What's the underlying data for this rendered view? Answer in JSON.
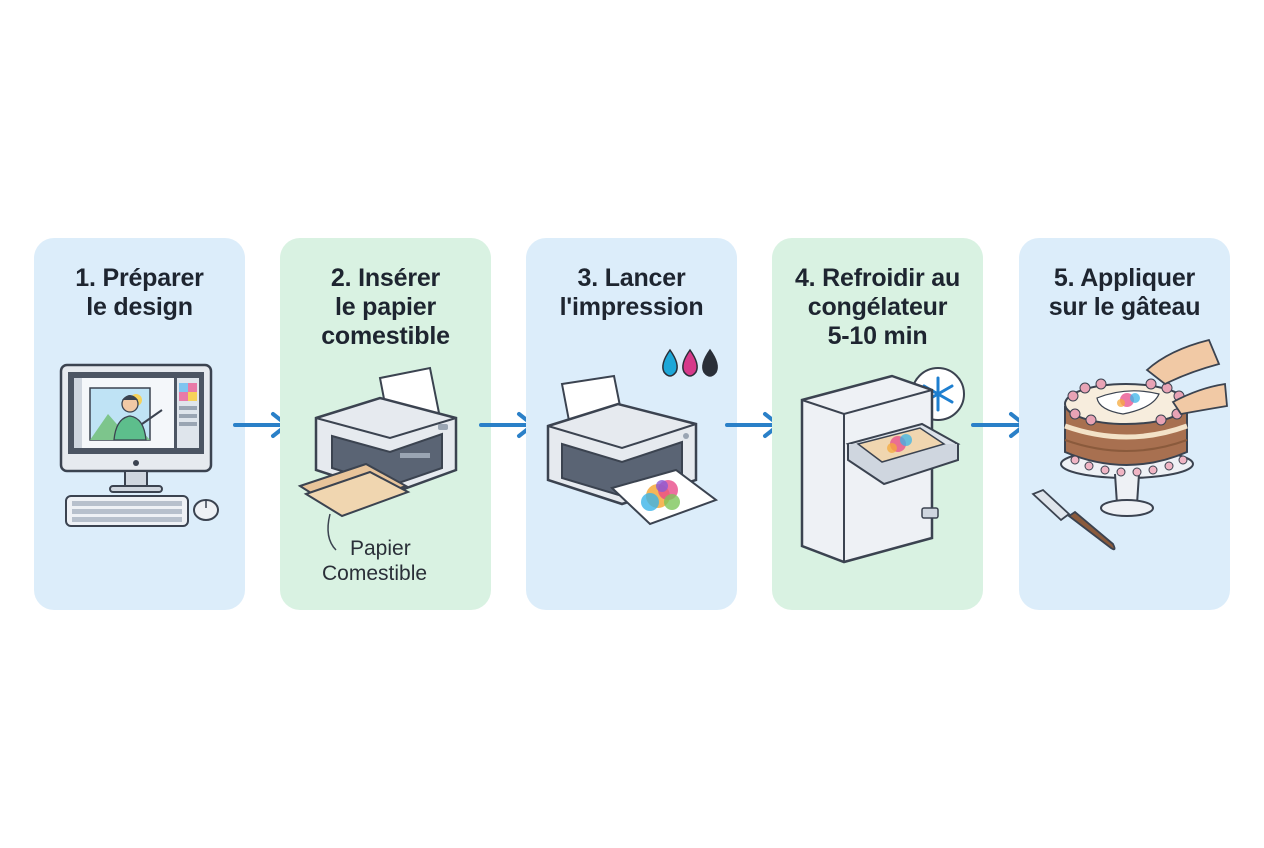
{
  "steps": [
    {
      "number": "1.",
      "lines": [
        "Préparer",
        "le design"
      ],
      "icon": "computer-design-icon"
    },
    {
      "number": "2.",
      "lines": [
        "Insérer",
        "le papier",
        "comestible"
      ],
      "icon": "printer-paper-icon"
    },
    {
      "number": "3.",
      "lines": [
        "Lancer",
        "l'impression"
      ],
      "icon": "printer-printing-icon"
    },
    {
      "number": "4.",
      "lines": [
        "Refroidir au",
        "congélateur",
        "5-10 min"
      ],
      "icon": "freezer-icon"
    },
    {
      "number": "5.",
      "lines": [
        "Appliquer",
        "sur le gâteau"
      ],
      "icon": "cake-icon"
    }
  ],
  "callout": {
    "line1": "Papier",
    "line2": "Comestible"
  },
  "colors": {
    "blue_card": "#dcedfa",
    "green_card": "#d9f2e2",
    "arrow": "#2a80c8",
    "text": "#1e2530"
  }
}
